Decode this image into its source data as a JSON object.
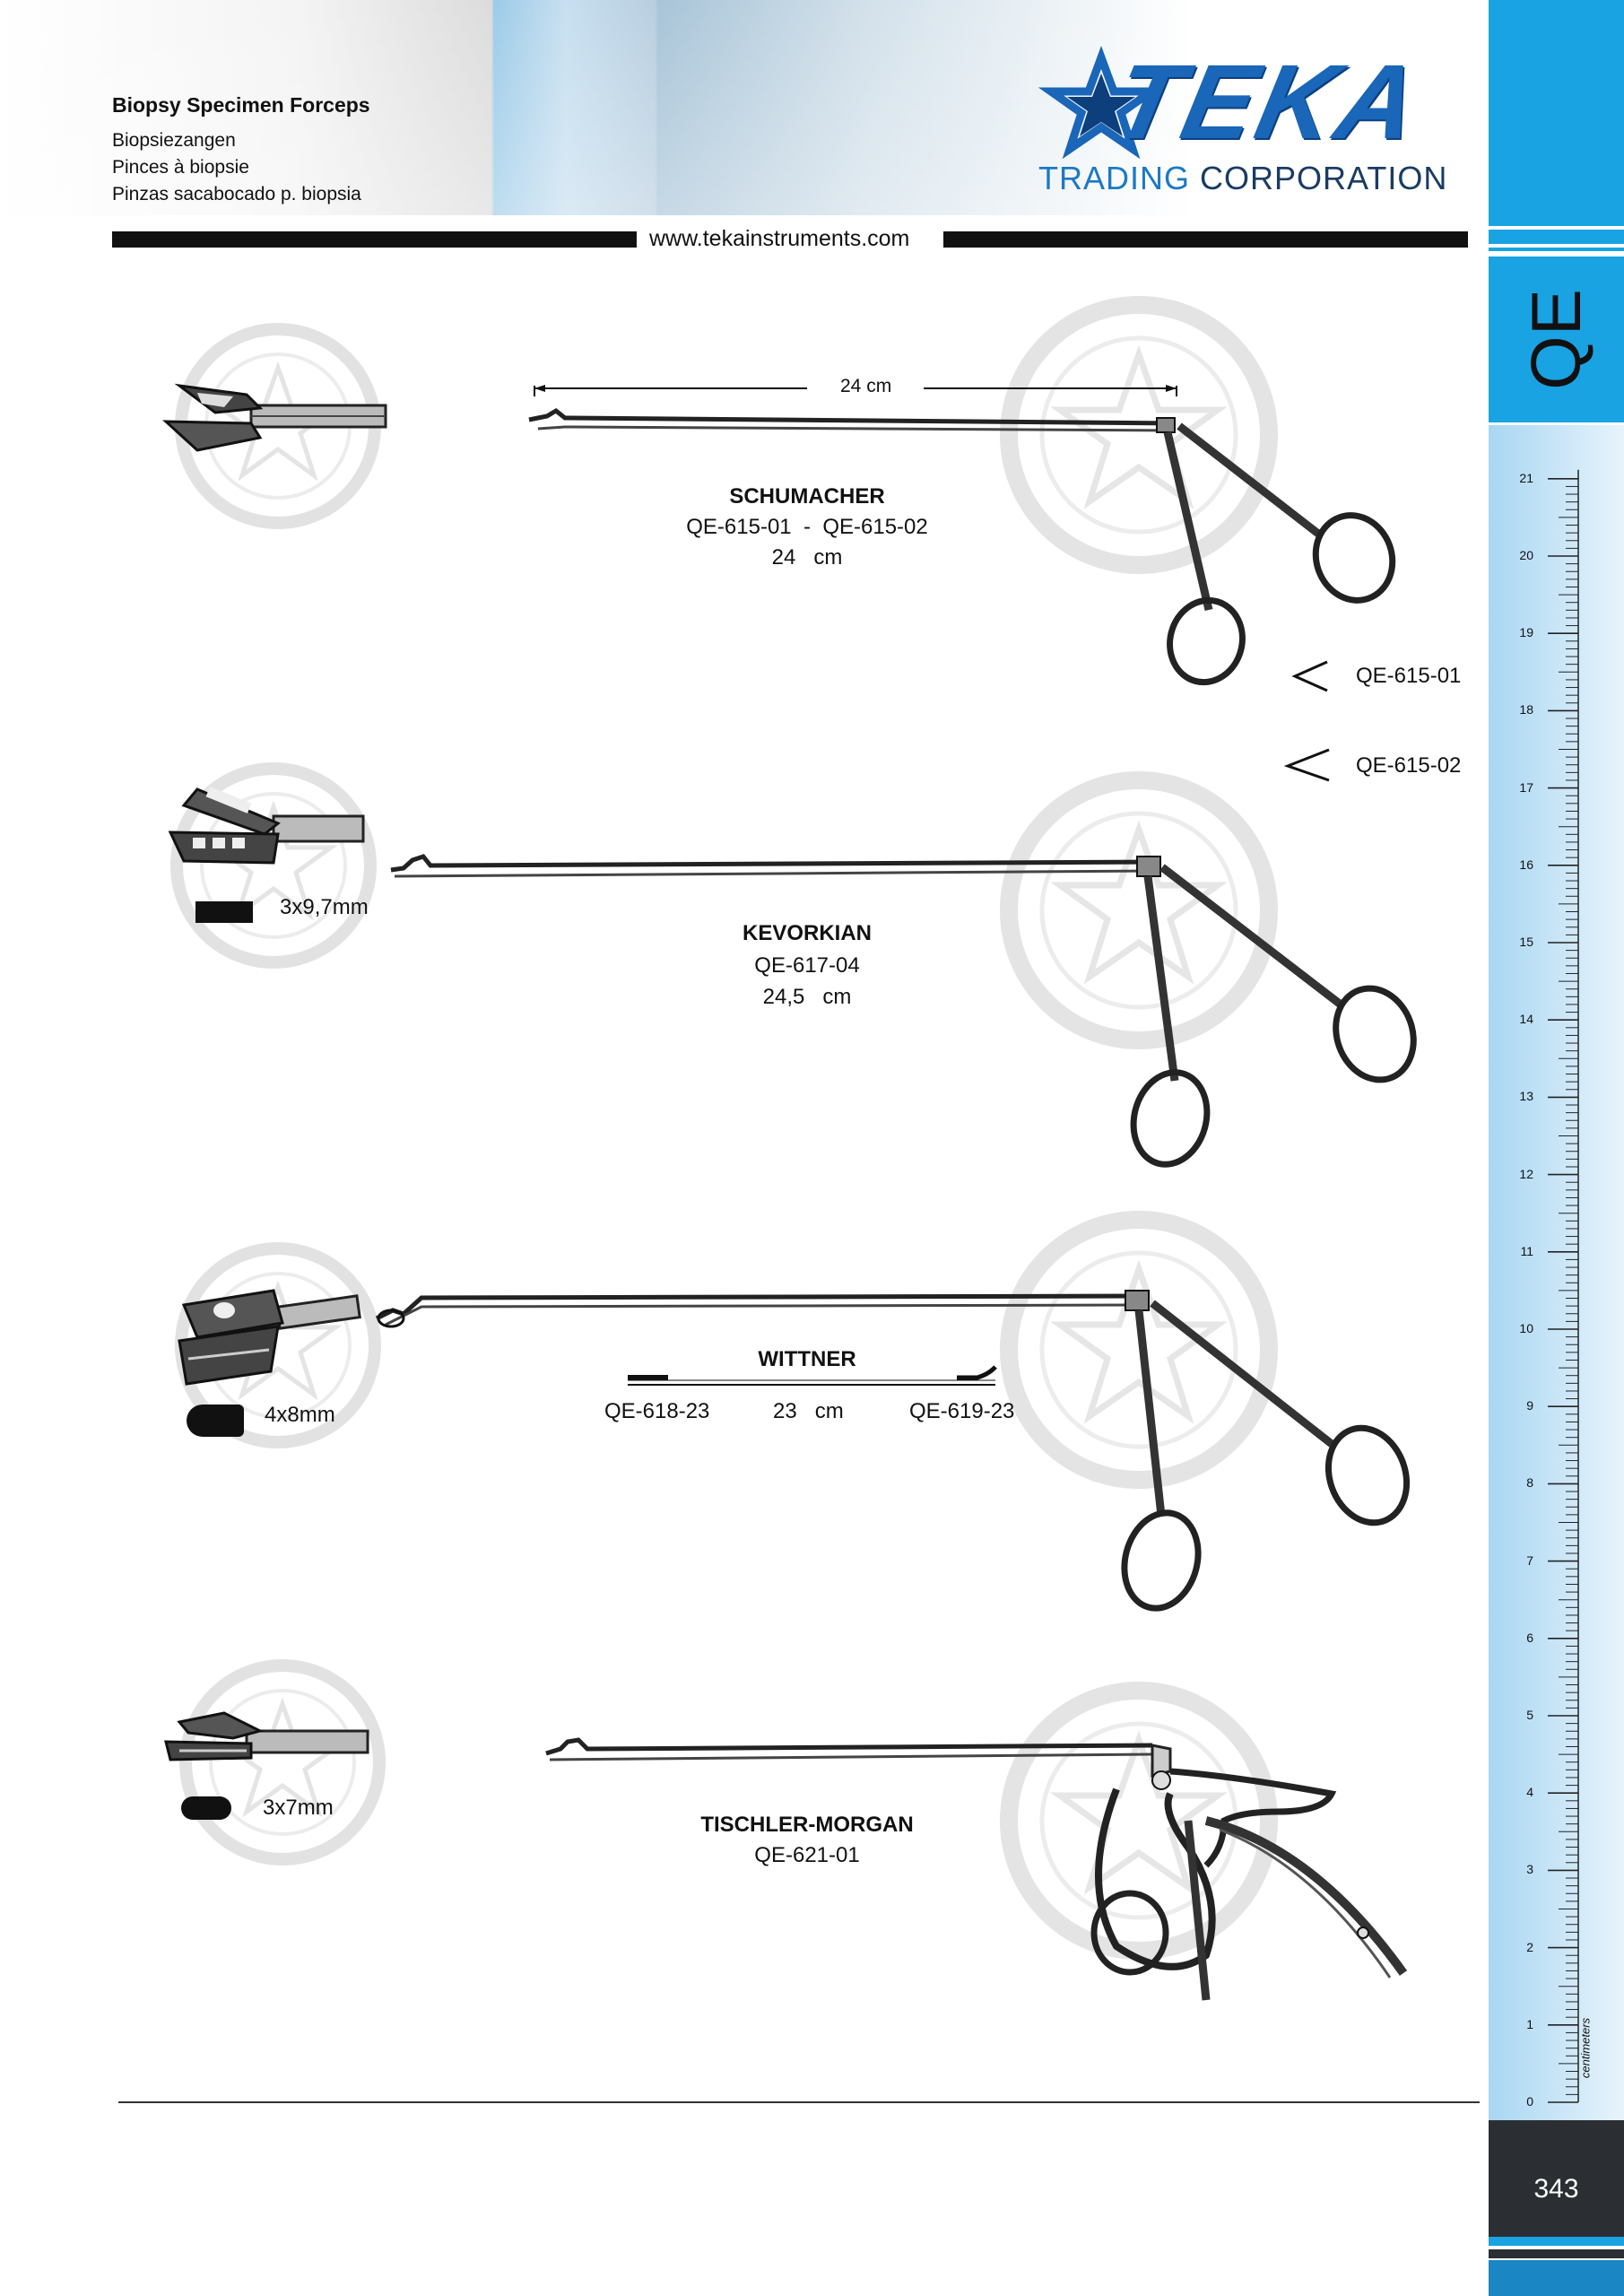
{
  "header": {
    "title": "Biopsy Specimen Forceps",
    "subtitles": [
      "Biopsiezangen",
      "Pinces à biopsie",
      "Pinzas sacabocado p. biopsia"
    ],
    "url": "www.tekainstruments.com"
  },
  "logo": {
    "wordmark": "TEKA",
    "line_part1": "TRADING",
    "line_part2": "CORPORATION",
    "star_icon": "star-icon",
    "brand_color": "#1a66b8"
  },
  "sidebar": {
    "section_code": "QE",
    "page_number": "343",
    "ruler_unit": "centimeters",
    "ruler_labels": [
      "0",
      "1",
      "2",
      "3",
      "4",
      "5",
      "6",
      "7",
      "8",
      "9",
      "10",
      "11",
      "12",
      "13",
      "14",
      "15",
      "16",
      "17",
      "18",
      "19",
      "20",
      "21"
    ],
    "accent_color": "#1aa3e3"
  },
  "products": [
    {
      "name": "SCHUMACHER",
      "code_a": "QE-615-01",
      "sep": "-",
      "code_b": "QE-615-02",
      "size": "24   cm",
      "dimension_label": "24 cm",
      "variants": [
        "QE-615-01",
        "QE-615-02"
      ]
    },
    {
      "name": "KEVORKIAN",
      "code": "QE-617-04",
      "size": "24,5   cm",
      "jaw_size": "3x9,7mm"
    },
    {
      "name": "WITTNER",
      "code_left": "QE-618-23",
      "size": "23   cm",
      "code_right": "QE-619-23",
      "jaw_size": "4x8mm"
    },
    {
      "name": "TISCHLER-MORGAN",
      "code": "QE-621-01",
      "jaw_size": "3x7mm"
    }
  ]
}
